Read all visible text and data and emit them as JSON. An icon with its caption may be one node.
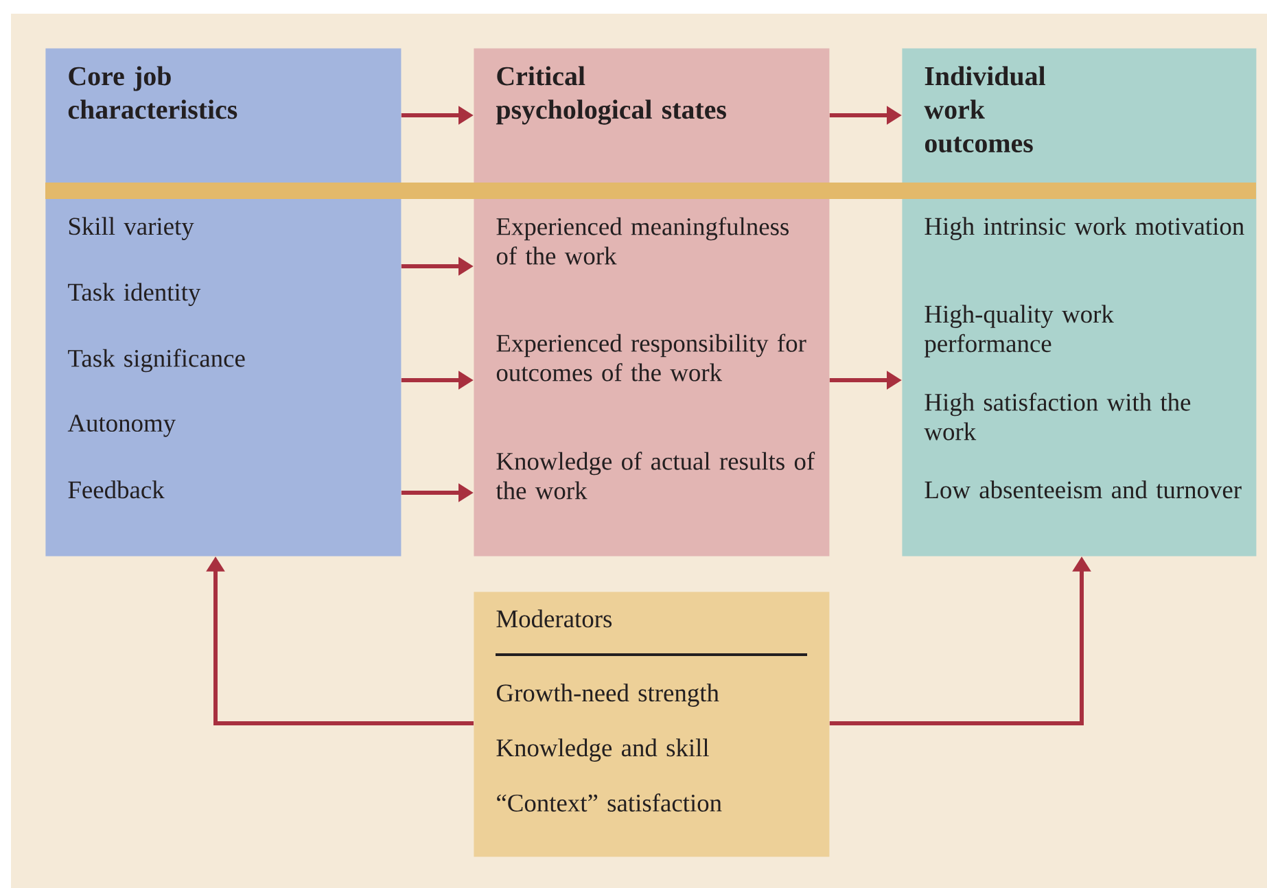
{
  "diagram": {
    "nodes": [
      {
        "text": [
          "Core job characteristics",
          "Skill variety",
          "Task identity",
          "Task significance",
          "Autonomy",
          "Feedback"
        ]
      },
      {
        "text": [
          "Critical psychological states",
          "Experienced meaningfulness of the work",
          "Experienced responsibility for outcomes of the work",
          "Knowledge of actual results of the work"
        ]
      },
      {
        "text": [
          "Individual work outcomes",
          "High intrinsic work motivation",
          "High-quality work performance",
          "High satisfaction with the work",
          "Low absenteeism and turnover"
        ]
      },
      {
        "text": [
          "Moderators",
          "Growth-need strength",
          "Knowledge and skill",
          "“Context” satisfaction"
        ]
      }
    ],
    "edges": [
      {
        "from": 0,
        "to": 1,
        "arrow": "to"
      },
      {
        "from": 0,
        "to": 1,
        "arrow": "to"
      },
      {
        "from": 0,
        "to": 1,
        "arrow": "to"
      },
      {
        "from": 0,
        "to": 1,
        "arrow": "to"
      },
      {
        "from": 1,
        "to": 2,
        "arrow": "to"
      },
      {
        "from": 1,
        "to": 2,
        "arrow": "to"
      },
      {
        "from": 3,
        "to": 0,
        "arrow": "to"
      },
      {
        "from": 3,
        "to": 2,
        "arrow": "to"
      }
    ]
  }
}
